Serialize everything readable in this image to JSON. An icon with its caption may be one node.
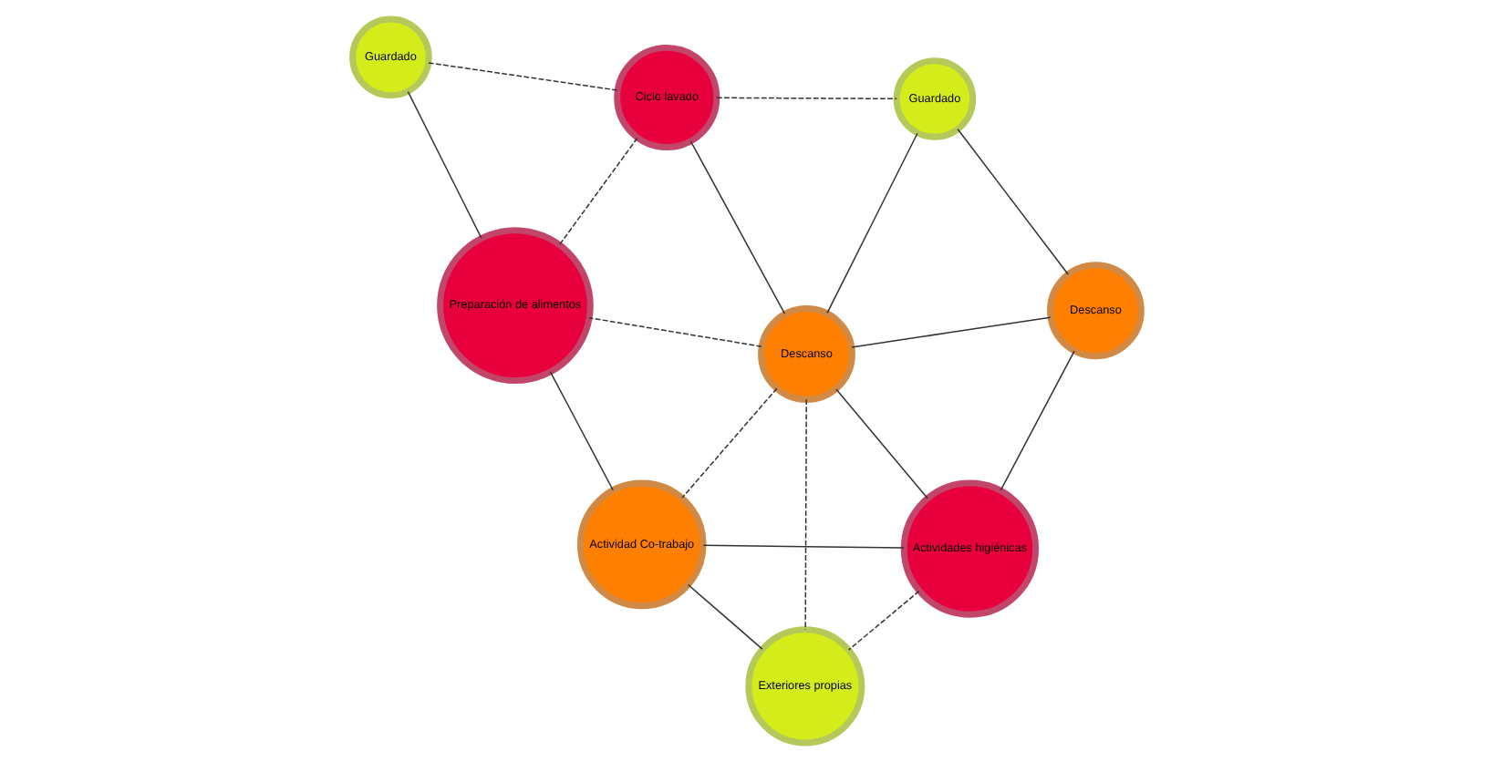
{
  "diagram": {
    "nodes": [
      {
        "text": [
          "Guardado"
        ]
      },
      {
        "text": [
          "Ciclo lavado"
        ]
      },
      {
        "text": [
          "Guardado"
        ]
      },
      {
        "text": [
          "Descanso"
        ]
      },
      {
        "text": [
          "Descanso"
        ]
      },
      {
        "text": [
          "Preparación de alimentos"
        ]
      },
      {
        "text": [
          "Actividad Co-trabajo"
        ]
      },
      {
        "text": [
          "Actividades higiénicas"
        ]
      },
      {
        "text": [
          "Exteriores propias"
        ]
      }
    ],
    "edges": [
      {
        "from": 0,
        "to": 1,
        "arrow": "none",
        "style": "dashed"
      },
      {
        "from": 0,
        "to": 5,
        "arrow": "none"
      },
      {
        "from": 1,
        "to": 2,
        "arrow": "none",
        "style": "dashed"
      },
      {
        "from": 1,
        "to": 3,
        "arrow": "none"
      },
      {
        "from": 1,
        "to": 5,
        "arrow": "none",
        "style": "dashed"
      },
      {
        "from": 2,
        "to": 3,
        "arrow": "none"
      },
      {
        "from": 2,
        "to": 4,
        "arrow": "none"
      },
      {
        "from": 3,
        "to": 4,
        "arrow": "none"
      },
      {
        "from": 3,
        "to": 5,
        "arrow": "none",
        "style": "dashed"
      },
      {
        "from": 3,
        "to": 6,
        "arrow": "none",
        "style": "dashed"
      },
      {
        "from": 3,
        "to": 7,
        "arrow": "none"
      },
      {
        "from": 3,
        "to": 8,
        "arrow": "none",
        "style": "dashed"
      },
      {
        "from": 4,
        "to": 7,
        "arrow": "none"
      },
      {
        "from": 5,
        "to": 6,
        "arrow": "none"
      },
      {
        "from": 6,
        "to": 7,
        "arrow": "none"
      },
      {
        "from": 6,
        "to": 8,
        "arrow": "none"
      },
      {
        "from": 7,
        "to": 8,
        "arrow": "none",
        "style": "dashed"
      }
    ]
  }
}
